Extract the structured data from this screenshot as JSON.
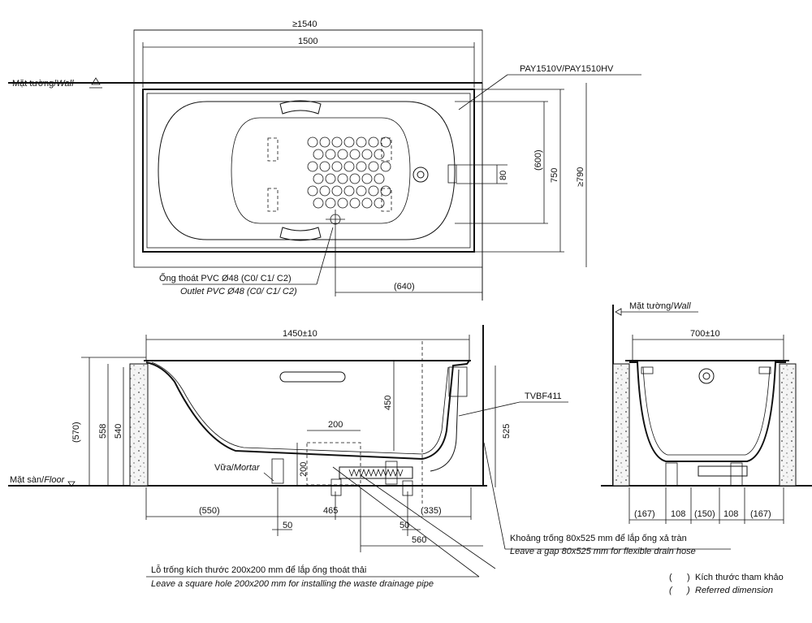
{
  "dims": {
    "d1540": "≥1540",
    "d1500": "1500",
    "model": "PAY1510V/PAY1510HV",
    "d600": "(600)",
    "d750": "750",
    "d790": "≥790",
    "d80": "80",
    "d640": "(640)",
    "d1450": "1450±10",
    "d450": "450",
    "d525": "525",
    "d570": "(570)",
    "d558": "558",
    "d540": "540",
    "d200a": "200",
    "d200b": "200",
    "d550": "(550)",
    "d465": "465",
    "d335": "(335)",
    "d50a": "50",
    "d50b": "50",
    "d560": "560",
    "tvbf": "TVBF411",
    "d700": "700±10",
    "s167a": "(167)",
    "s108a": "108",
    "s150": "(150)",
    "s108b": "108",
    "s167b": "(167)"
  },
  "labels": {
    "wall_top_vn": "Mặt tường/",
    "wall_top_en": "Wall",
    "outlet_vn": "Ống thoát PVC Ø48 (C0/ C1/ C2)",
    "outlet_en": "Outlet PVC Ø48 (C0/ C1/ C2)",
    "floor_vn": "Mặt sàn/",
    "floor_en": "Floor",
    "mortar_vn": "Vữa/",
    "mortar_en": "Mortar",
    "wall_side_vn": "Mặt tường/",
    "wall_side_en": "Wall",
    "gap_vn": "Khoảng trống 80x525 mm để lắp ống xả tràn",
    "gap_en": "Leave a gap 80x525 mm for flexible drain hose",
    "hole_vn": "Lỗ trống kích thước 200x200 mm để lắp ống thoát thải",
    "hole_en": "Leave a square hole  200x200 mm for installing the waste drainage pipe",
    "ref_vn": "Kích thước tham khảo",
    "ref_en": "Referred dimension",
    "paren_open1": "(",
    "paren_close1": ")",
    "paren_open2": "(",
    "paren_close2": ")"
  }
}
